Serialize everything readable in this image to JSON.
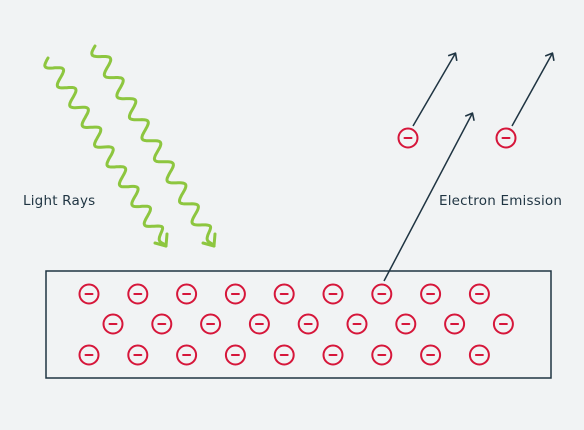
{
  "labels": {
    "light_rays": "Light Rays",
    "electron_emission": "Electron Emission"
  },
  "electron_symbol": "−",
  "colors": {
    "background": "#f1f3f4",
    "light_ray": "#8dc63f",
    "electron": "#d6163a",
    "outline": "#1f3442",
    "text": "#1f3442"
  },
  "counts": {
    "light_rays": 2,
    "electron_rows": [
      9,
      9,
      9
    ],
    "emitted_electrons": 3
  }
}
